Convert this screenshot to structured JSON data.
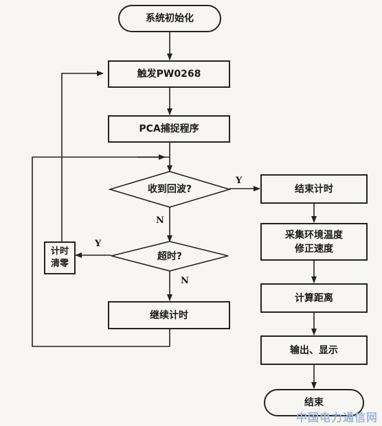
{
  "flowchart": {
    "start": "系统初始化",
    "trigger": "触发PW0268",
    "capture": "PCA捕捉程序",
    "decision_echo": "收到回波?",
    "decision_timeout": "超时?",
    "reset_line1": "计时",
    "reset_line2": "清零",
    "continue": "继续计时",
    "stop_timer": "结束计时",
    "collect_line1": "采集环境温度",
    "collect_line2": "修正速度",
    "compute": "计算距离",
    "output": "输出、显示",
    "end": "结束",
    "yes": "Y",
    "no": "N"
  },
  "watermark": "中国电力通信网"
}
